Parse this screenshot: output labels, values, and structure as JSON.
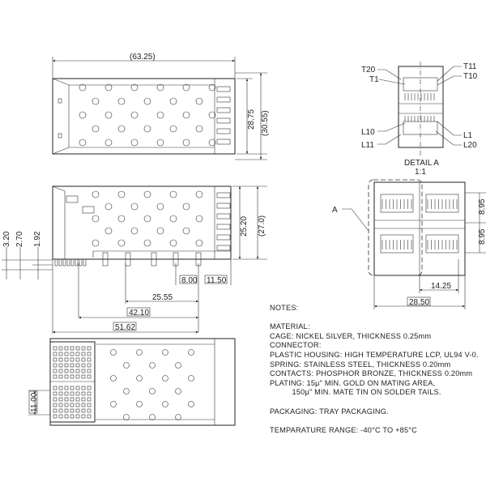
{
  "top_view": {
    "width_dim": "(63.25)",
    "height_dim": "28.75",
    "overall_height_dim": "(30.55)"
  },
  "side_view": {
    "height_dim": "25.20",
    "overall_height_dim": "(27.0)",
    "left_dims": [
      "3.20",
      "2.70",
      "1.92"
    ],
    "bottom_dims": [
      "8.00",
      "11.50",
      "25.55",
      "42.10",
      "51.62"
    ]
  },
  "bottom_view": {
    "height_dim": "11.00"
  },
  "detail_a": {
    "labels": {
      "t20": "T20",
      "t1": "T1",
      "t11": "T11",
      "t10": "T10",
      "l10": "L10",
      "l11": "L11",
      "l1": "L1",
      "l20": "L20"
    },
    "title": "DETAIL A",
    "scale": "1:1"
  },
  "front_view": {
    "callout": "A",
    "dims": [
      "8.95",
      "8.95",
      "14.25",
      "28.50"
    ]
  },
  "notes": {
    "heading": "NOTES:",
    "lines": [
      "MATERIAL:",
      "CAGE: NICKEL SILVER, THICKNESS 0.25mm",
      "CONNECTOR:",
      "PLASTIC HOUSING: HIGH TEMPERATURE LCP, UL94 V-0.",
      "SPRING: STAINLESS STEEL, THICKNESS 0.20mm",
      "CONTACTS: PHOSPHOR BRONZE, THICKNESS 0.20mm",
      "PLATING: 15µ\" MIN. GOLD ON MATING AREA,",
      "          150µ\" MIN. MATE TIN ON SOLDER TAILS."
    ],
    "packaging": "PACKAGING: TRAY PACKAGING.",
    "temperature": "TEMPARATURE RANGE: -40°C TO +85°C"
  }
}
